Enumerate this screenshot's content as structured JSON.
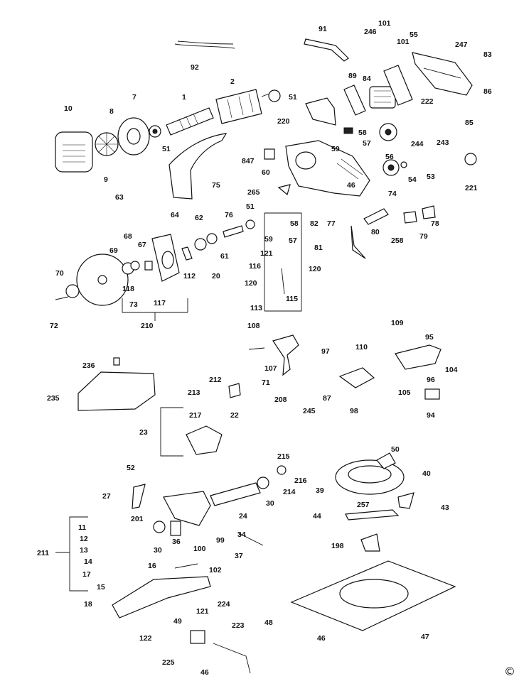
{
  "copyright": "©",
  "labels": {
    "l1": "1",
    "l2": "2",
    "l7": "7",
    "l8": "8",
    "l9": "9",
    "l10": "10",
    "l51a": "51",
    "l51b": "51",
    "l51c": "51",
    "l91": "91",
    "l92": "92",
    "l101a": "101",
    "l101b": "101",
    "l246": "246",
    "l55": "55",
    "l247": "247",
    "l83": "83",
    "l84": "84",
    "l89": "89",
    "l86": "86",
    "l222": "222",
    "l220": "220",
    "l58a": "58",
    "l57a": "57",
    "l85": "85",
    "l56": "56",
    "l244": "244",
    "l243": "243",
    "l75": "75",
    "l63": "63",
    "l847": "847",
    "l60": "60",
    "l59a": "59",
    "l46a": "46",
    "l265": "265",
    "l74": "74",
    "l54": "54",
    "l53": "53",
    "l221": "221",
    "l64": "64",
    "l62": "62",
    "l76": "76",
    "l68": "68",
    "l69": "69",
    "l67": "67",
    "l61": "61",
    "l112": "112",
    "l20": "20",
    "l58b": "58",
    "l59b": "59",
    "l57b": "57",
    "l82": "82",
    "l77": "77",
    "l80": "80",
    "l79": "79",
    "l78": "78",
    "l258": "258",
    "l81": "81",
    "l121a": "121",
    "l116": "116",
    "l120a": "120",
    "l120b": "120",
    "l115": "115",
    "l113": "113",
    "l70": "70",
    "l118": "118",
    "l73": "73",
    "l117": "117",
    "l72": "72",
    "l210": "210",
    "l108": "108",
    "l97": "97",
    "l109": "109",
    "l95": "95",
    "l110": "110",
    "l104": "104",
    "l107": "107",
    "l71": "71",
    "l96": "96",
    "l105": "105",
    "l236": "236",
    "l212": "212",
    "l235": "235",
    "l213": "213",
    "l22": "22",
    "l217": "217",
    "l23": "23",
    "l208": "208",
    "l87": "87",
    "l245": "245",
    "l98": "98",
    "l94": "94",
    "l52": "52",
    "l215": "215",
    "l50": "50",
    "l40": "40",
    "l27": "27",
    "l216": "216",
    "l214": "214",
    "l39": "39",
    "l30a": "30",
    "l30b": "30",
    "l201": "201",
    "l24": "24",
    "l34": "34",
    "l257": "257",
    "l43": "43",
    "l44": "44",
    "l11": "11",
    "l12": "12",
    "l13": "13",
    "l14": "14",
    "l211": "211",
    "l36": "36",
    "l100": "100",
    "l99": "99",
    "l37": "37",
    "l198": "198",
    "l16": "16",
    "l17": "17",
    "l102": "102",
    "l15": "15",
    "l18": "18",
    "l49": "49",
    "l121b": "121",
    "l224": "224",
    "l48": "48",
    "l223": "223",
    "l122": "122",
    "l46b": "46",
    "l47": "47",
    "l225": "225",
    "l46c": "46"
  }
}
